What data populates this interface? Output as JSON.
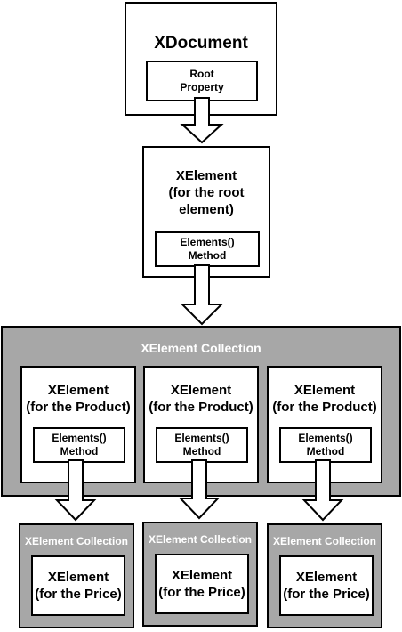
{
  "xdocument": {
    "title": "XDocument",
    "root_property": "Root\nProperty"
  },
  "root_element": {
    "title": "XElement\n(for the root\nelement)",
    "method": "Elements()\nMethod"
  },
  "product_collection": {
    "label": "XElement Collection",
    "items": [
      {
        "title": "XElement\n(for the Product)",
        "method": "Elements()\nMethod"
      },
      {
        "title": "XElement\n(for the Product)",
        "method": "Elements()\nMethod"
      },
      {
        "title": "XElement\n(for the Product)",
        "method": "Elements()\nMethod"
      }
    ]
  },
  "price_collections": [
    {
      "label": "XElement Collection",
      "element": "XElement\n(for the Price)"
    },
    {
      "label": "XElement Collection",
      "element": "XElement\n(for the Price)"
    },
    {
      "label": "XElement Collection",
      "element": "XElement\n(for the Price)"
    }
  ]
}
